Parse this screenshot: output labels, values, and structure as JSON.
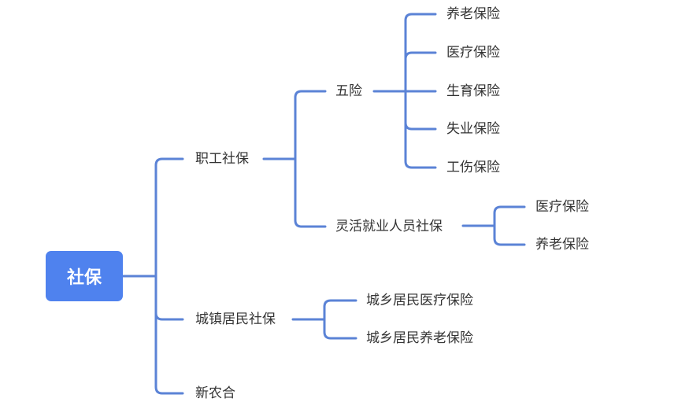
{
  "diagram": {
    "type": "mind-map",
    "root": "社保",
    "colors": {
      "root_fill": "#4f82ee",
      "connector": "#5b83d6",
      "text": "#333333"
    },
    "level1": [
      "职工社保",
      "城镇居民社保",
      "新农合"
    ],
    "zhigong": {
      "label": "职工社保",
      "children": [
        "五险",
        "灵活就业人员社保"
      ],
      "wuxian": [
        "养老保险",
        "医疗保险",
        "生育保险",
        "失业保险",
        "工伤保险"
      ],
      "linghuo": [
        "医疗保险",
        "养老保险"
      ]
    },
    "chengzhen": {
      "label": "城镇居民社保",
      "children": [
        "城乡居民医疗保险",
        "城乡居民养老保险"
      ]
    },
    "xinnonghe": "新农合"
  }
}
